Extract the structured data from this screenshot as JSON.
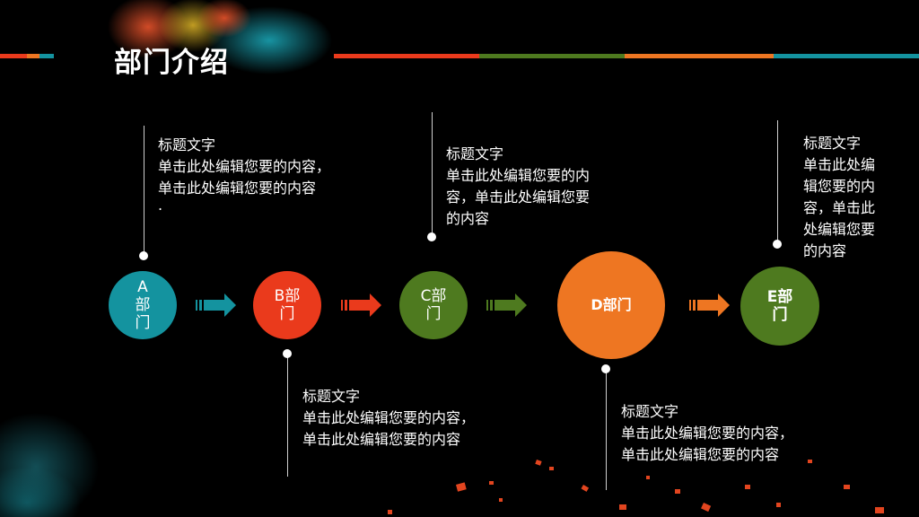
{
  "slide": {
    "title": "部门介绍"
  },
  "colors": {
    "background": "#000000",
    "teal": "#14939f",
    "red": "#ea3a1c",
    "green": "#4e7a1f",
    "orange": "#ee7622"
  },
  "nodes": [
    {
      "id": "A",
      "lines": [
        "A",
        "部",
        "门"
      ],
      "color": "#14939f"
    },
    {
      "id": "B",
      "lines": [
        "B部",
        "门"
      ],
      "color": "#ea3a1c"
    },
    {
      "id": "C",
      "lines": [
        "C部",
        "门"
      ],
      "color": "#4e7a1f"
    },
    {
      "id": "D",
      "lines": [
        "D部门"
      ],
      "color": "#ee7622"
    },
    {
      "id": "E",
      "lines": [
        "E部",
        "门"
      ],
      "color": "#4e7a1f"
    }
  ],
  "callouts": [
    {
      "for": "A",
      "title": "标题文字",
      "lines": [
        "单击此处编辑您要的内容，",
        "单击此处编辑您要的内容",
        "."
      ]
    },
    {
      "for": "B",
      "title": "标题文字",
      "lines": [
        "单击此处编辑您要的内容，",
        "单击此处编辑您要的内容"
      ]
    },
    {
      "for": "C",
      "title": "标题文字",
      "lines": [
        "单击此处编辑您要的内",
        "容，单击此处编辑您要",
        "的内容"
      ]
    },
    {
      "for": "D",
      "title": "标题文字",
      "lines": [
        "单击此处编辑您要的内容，",
        "单击此处编辑您要的内容"
      ]
    },
    {
      "for": "E",
      "title": "标题文字",
      "lines": [
        "单击此处编",
        "辑您要的内",
        "容，单击此",
        "处编辑您要",
        "的内容"
      ]
    }
  ]
}
